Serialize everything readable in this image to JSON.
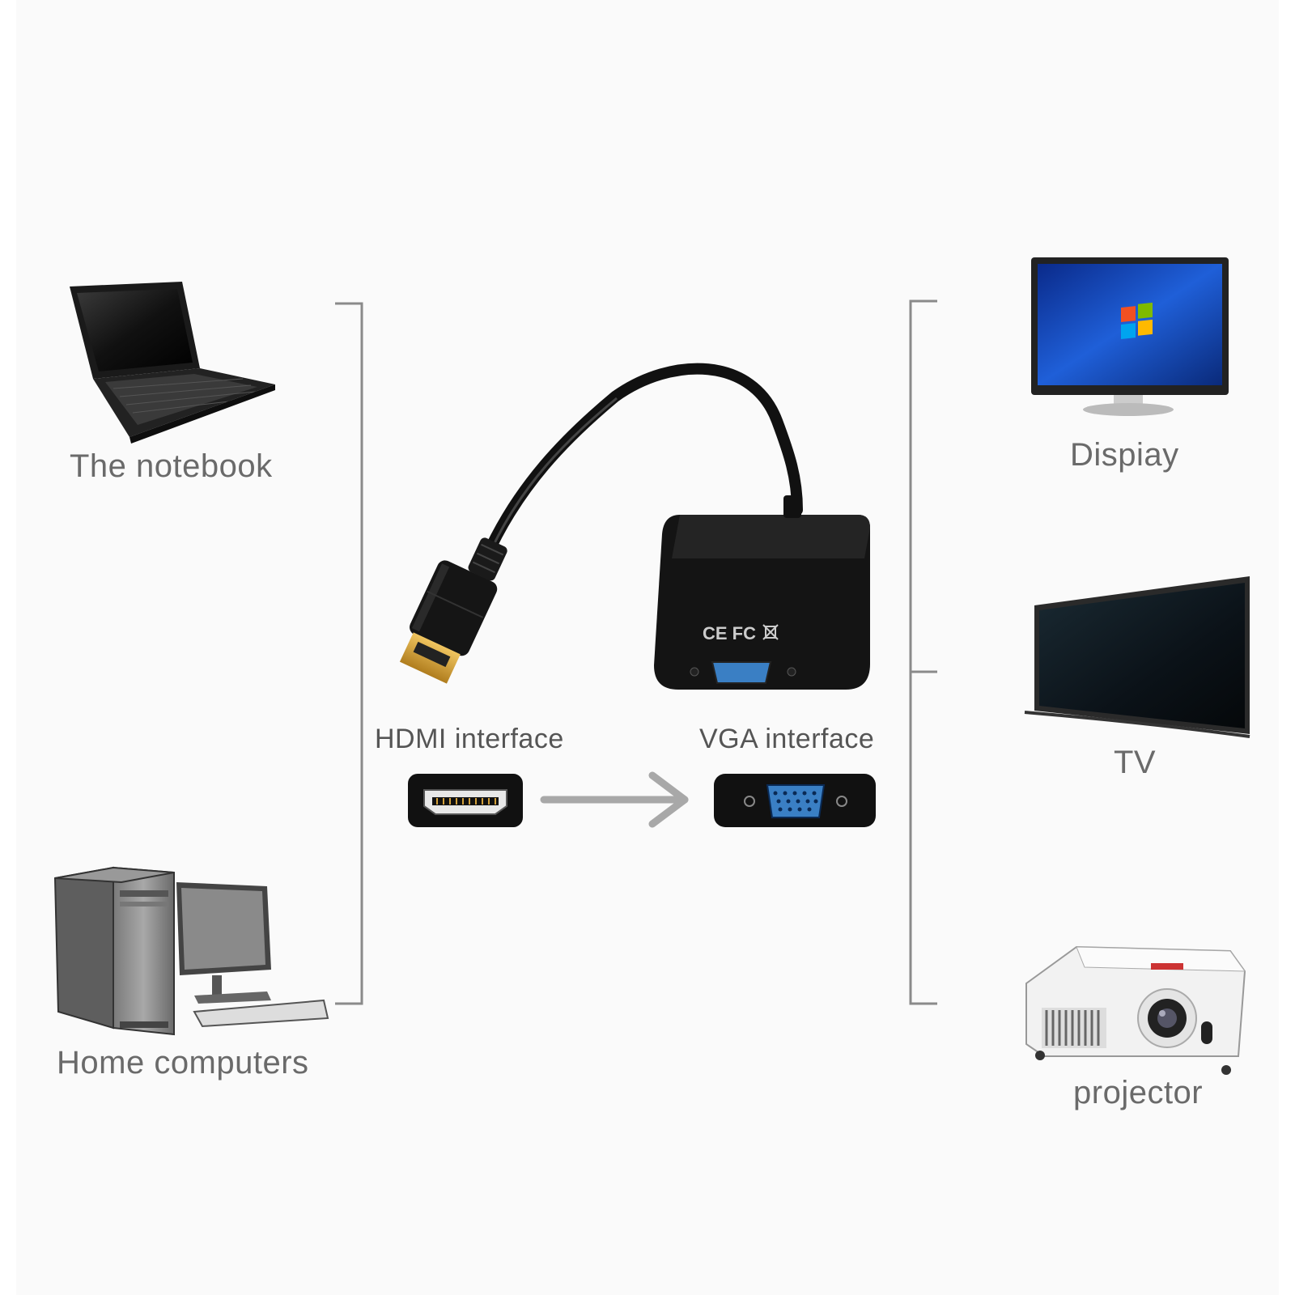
{
  "sources": {
    "notebook_label": "The notebook",
    "home_computers_label": "Home computers"
  },
  "adapter": {
    "hdmi_label": "HDMI interface",
    "vga_label": "VGA interface",
    "certification_marks": "CE FC"
  },
  "outputs": {
    "display_label": "Dispiay",
    "tv_label": "TV",
    "projector_label": "projector"
  },
  "colors": {
    "background": "#fafafa",
    "text": "#6a6a6a",
    "bracket": "#8a8a8a",
    "arrow": "#a8a8a8",
    "vga_blue": "#3a7fc4",
    "hdmi_gold": "#d4a13a"
  },
  "icons": {
    "laptop": "laptop-icon",
    "desktop": "desktop-computer-icon",
    "monitor": "monitor-icon",
    "tv": "tv-icon",
    "projector": "projector-icon",
    "cable": "hdmi-to-vga-adapter-icon",
    "hdmi_port": "hdmi-port-icon",
    "vga_port": "vga-port-icon",
    "arrow": "arrow-right-icon"
  }
}
